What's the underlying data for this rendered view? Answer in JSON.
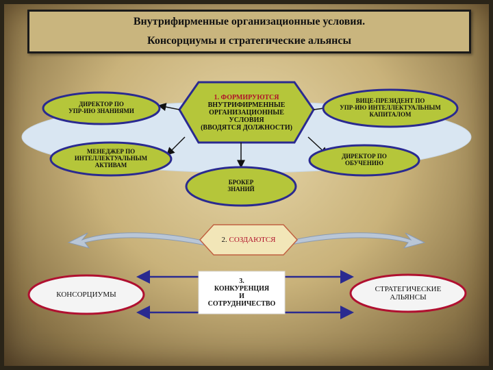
{
  "title": {
    "line1": "Внутрифирменные организационные условия.",
    "line2": "Консорциумы и стратегические альянсы"
  },
  "center_node": {
    "lines": [
      "1. ФОРМИРУЮТСЯ",
      "ВНУТРИФИРМЕННЫЕ",
      "ОРГАНИЗАЦИОННЫЕ",
      "УСЛОВИЯ",
      "(ВВОДЯТСЯ ДОЛЖНОСТИ)"
    ]
  },
  "positions": [
    {
      "id": "director-knowledge",
      "lines": [
        "ДИРЕКТОР ПО",
        "УПР-ИЮ ЗНАНИЯМИ"
      ]
    },
    {
      "id": "vp-capital",
      "lines": [
        "ВИЦЕ-ПРЕЗИДЕНТ ПО",
        "УПР-ИЮ ИНТЕЛЛЕКТУАЛЬНЫМ",
        "КАПИТАЛОМ"
      ]
    },
    {
      "id": "manager-assets",
      "lines": [
        "МЕНЕДЖЕР ПО",
        "ИНТЕЛЛЕКТУАЛЬНЫМ",
        "АКТИВАМ"
      ]
    },
    {
      "id": "director-training",
      "lines": [
        "ДИРЕКТОР ПО",
        "ОБУЧЕНИЮ"
      ]
    },
    {
      "id": "knowledge-broker",
      "lines": [
        "БРОКЕР",
        "ЗНАНИЙ"
      ]
    }
  ],
  "step2": {
    "prefix": "2. ",
    "text": "СОЗДАЮТСЯ"
  },
  "step3": {
    "lines": [
      "3.",
      "КОНКУРЕНЦИЯ",
      "И",
      "СОТРУДНИЧЕСТВО"
    ]
  },
  "consortia": "КОНСОРЦИУМЫ",
  "alliances": {
    "lines": [
      "СТРАТЕГИЧЕСКИЕ",
      "АЛЬЯНСЫ"
    ]
  },
  "colors": {
    "ellipse_fill": "#d9e6f2",
    "node_fill": "#b5c63a",
    "node_border": "#2a2a90",
    "consortia_fill": "#f4f4f4",
    "consortia_border": "#b01030",
    "step2_fill": "#f2e6b8",
    "step2_border": "#c06040",
    "arrow_blue": "#2a2a90",
    "side_arrow": "#b9c6d6"
  }
}
